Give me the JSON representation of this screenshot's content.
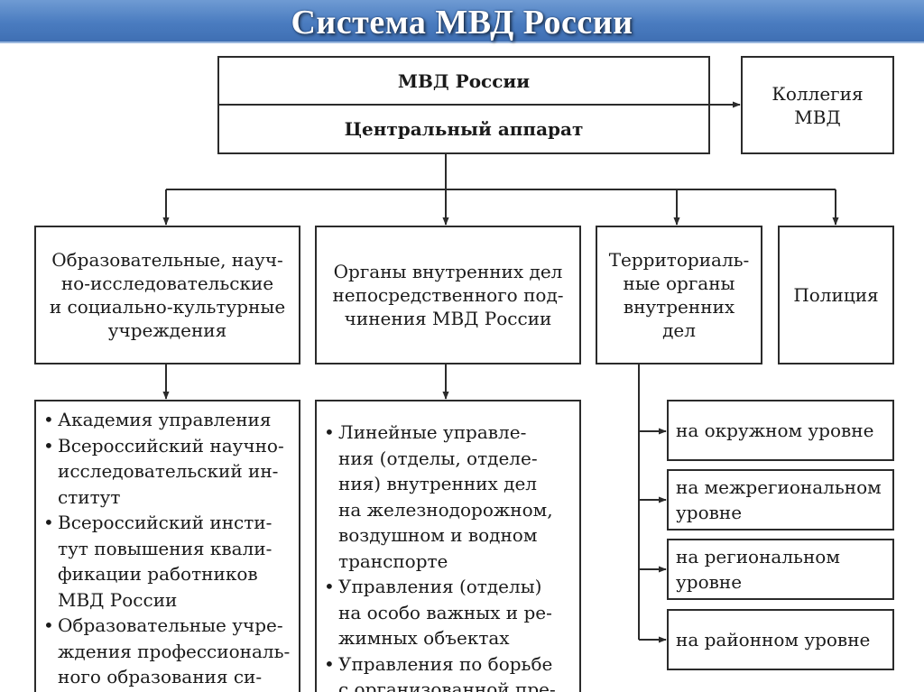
{
  "title": "Система МВД России",
  "top": {
    "mvd": "МВД России",
    "apparat": "Центральный аппарат",
    "kollegiya": [
      "Коллегия",
      "МВД"
    ]
  },
  "categories": [
    [
      "Образовательные, науч-",
      "но-исследовательские",
      "и социально-культурные",
      "учреждения"
    ],
    [
      "Органы внутренних дел",
      "непосредственного под-",
      "чинения МВД России"
    ],
    [
      "Территориаль-",
      "ные органы",
      "внутренних",
      "дел"
    ],
    [
      "Полиция"
    ]
  ],
  "list_left": [
    [
      "Академия управления"
    ],
    [
      "Всероссийский научно-",
      "исследовательский ин-",
      "ститут"
    ],
    [
      "Всероссийский инсти-",
      "тут повышения квали-",
      "фикации работников",
      "МВД России"
    ],
    [
      "Образовательные учре-",
      "ждения профессиональ-",
      "ного образования си-"
    ]
  ],
  "list_mid": [
    [
      "Линейные управле-",
      "ния (отделы, отделе-",
      "ния) внутренних дел",
      "на железнодорожном,",
      "воздушном и водном",
      "транспорте"
    ],
    [
      "Управления (отделы)",
      "на особо важных и ре-",
      "жимных объектах"
    ],
    [
      "Управления по борьбе",
      "с организованной пре-"
    ]
  ],
  "levels": [
    [
      "на окружном уровне"
    ],
    [
      "на межрегиональном",
      "уровне"
    ],
    [
      "на региональном",
      "уровне"
    ],
    [
      "на районном уровне"
    ]
  ]
}
